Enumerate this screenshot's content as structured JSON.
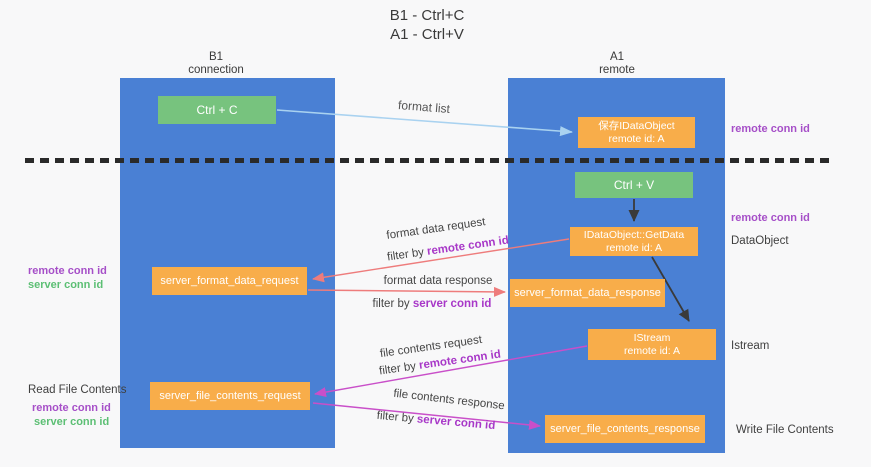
{
  "title": {
    "line1": "B1 - Ctrl+C",
    "line2": "A1 - Ctrl+V"
  },
  "lifelines": {
    "left": {
      "title": "B1",
      "subtitle": "connection"
    },
    "right": {
      "title": "A1",
      "subtitle": "remote"
    }
  },
  "nodes": {
    "ctrl_c": {
      "label": "Ctrl + C"
    },
    "save_idataobject": {
      "line1": "保存IDataObject",
      "line2": "remote id: A"
    },
    "ctrl_v": {
      "label": "Ctrl + V"
    },
    "getdata": {
      "line1": "IDataObject::GetData",
      "line2": "remote id: A"
    },
    "server_format_data_request": {
      "label": "server_format_data_request"
    },
    "server_format_data_response": {
      "label": "server_format_data_response"
    },
    "istream": {
      "line1": "IStream",
      "line2": "remote id: A"
    },
    "server_file_contents_request": {
      "label": "server_file_contents_request"
    },
    "server_file_contents_response": {
      "label": "server_file_contents_response"
    }
  },
  "messages": {
    "format_list": {
      "label": "format list"
    },
    "format_data_request": {
      "label": "format data request",
      "filter_prefix": "filter by ",
      "filter_key": "remote conn id"
    },
    "format_data_response": {
      "label": "format data response",
      "filter_prefix": "filter by ",
      "filter_key": "server conn id"
    },
    "file_contents_request": {
      "label": "file contents request",
      "filter_prefix": "filter by ",
      "filter_key": "remote conn id"
    },
    "file_contents_response": {
      "label": "file contents response",
      "filter_prefix": "filter by ",
      "filter_key": "server conn id"
    }
  },
  "side_labels": {
    "right_top_remote_conn_id": "remote conn id",
    "right_mid_remote_conn_id": "remote conn id",
    "data_object": "DataObject",
    "istream": "Istream",
    "write_file_contents": "Write File Contents",
    "left_remote_conn_id": "remote conn id",
    "left_server_conn_id": "server conn id",
    "read_file_contents": "Read File Contents",
    "left_bottom_remote_conn_id": "remote conn id",
    "left_bottom_server_conn_id": "server conn id"
  },
  "colors": {
    "lifeline_blue": "#4a80d4",
    "node_green": "#77c37e",
    "node_orange": "#f8ad4a",
    "arrow_light_blue": "#a9d2f0",
    "arrow_salmon": "#ee7c7c",
    "arrow_magenta": "#c94fc9",
    "arrow_black": "#3a3a3a",
    "text_purple": "#a64fc8",
    "text_green": "#5cbf74",
    "text_dark": "#3f3f3f"
  }
}
